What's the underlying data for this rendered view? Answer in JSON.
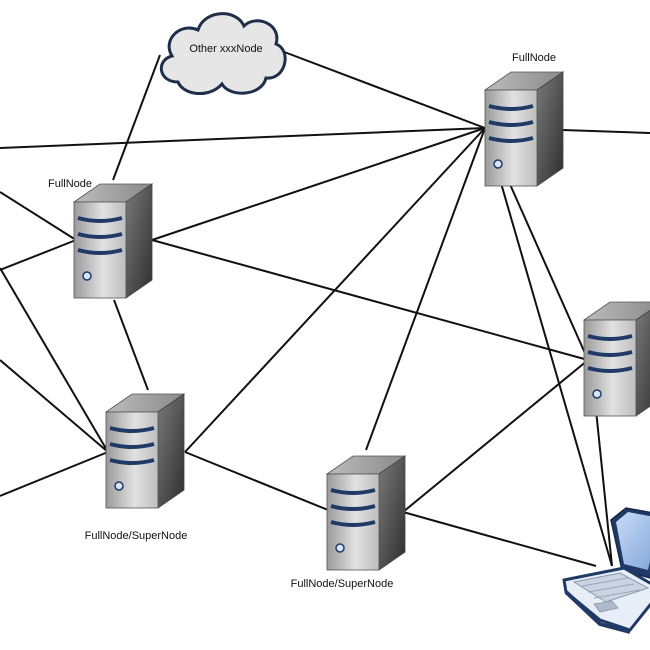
{
  "diagram": {
    "nodes": [
      {
        "id": "cloud",
        "kind": "cloud",
        "label": "Other xxxNode"
      },
      {
        "id": "server_top_right",
        "kind": "server",
        "label": "FullNode"
      },
      {
        "id": "server_left",
        "kind": "server",
        "label": "FullNode"
      },
      {
        "id": "server_mid_left",
        "kind": "server",
        "label": "FullNode/SuperNode"
      },
      {
        "id": "server_mid",
        "kind": "server",
        "label": "FullNode/SuperNode"
      },
      {
        "id": "server_right",
        "kind": "server",
        "label": ""
      },
      {
        "id": "laptop",
        "kind": "laptop",
        "label": ""
      }
    ]
  },
  "colors": {
    "line": "#111111",
    "cloud_fill": "#e6e6e6",
    "cloud_stroke": "#1f2f4a",
    "server_light": "#d9d9d9",
    "server_dark": "#3a3a3a",
    "server_stripe": "#1f3a66",
    "laptop_body": "#1f3a66",
    "laptop_screen": "#8fb0e0"
  },
  "icons": [
    "cloud-icon",
    "server-icon",
    "laptop-icon"
  ]
}
